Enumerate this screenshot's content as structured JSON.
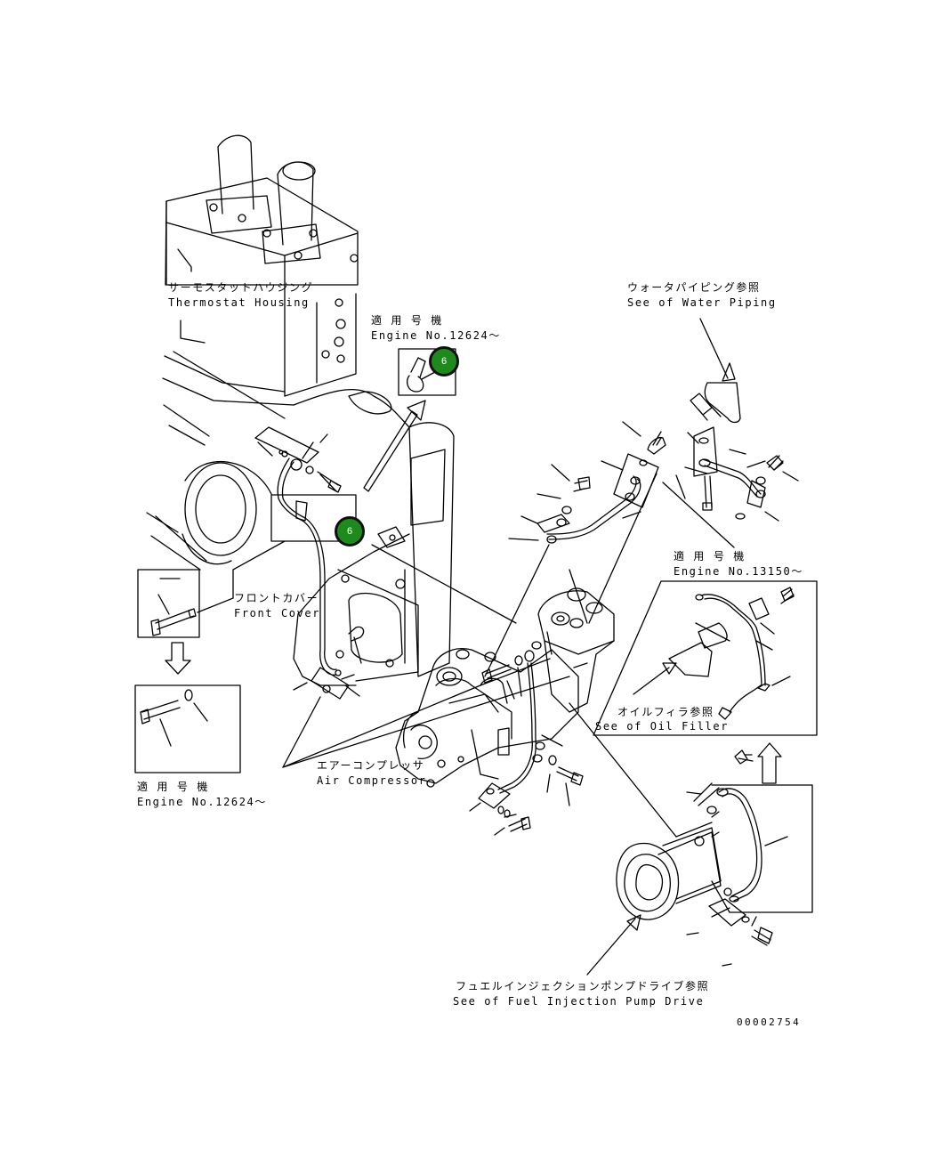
{
  "labels": {
    "thermostat_jp": "サーモスタットハウジング",
    "thermostat_en": "Thermostat Housing",
    "applic1_jp": "適 用 号 機",
    "applic1_en": "Engine No.12624～",
    "water_jp": "ウォータパイピング参照",
    "water_en": "See of Water Piping",
    "applic2_jp": "適 用 号 機",
    "applic2_en": "Engine No.13150～",
    "front_cover_jp": "フロントカバー",
    "front_cover_en": "Front Cover",
    "oil_filler_jp": "オイルフィラ参照",
    "oil_filler_en": "See of Oil Filler",
    "air_comp_jp": "エアーコンプレッサ",
    "air_comp_en": "Air Compressor",
    "applic3_jp": "適 用 号 機",
    "applic3_en": "Engine No.12624～",
    "fuel_jp": "フュエルインジェクションポンプドライブ参照",
    "fuel_en": "See of Fuel Injection Pump Drive",
    "drawing_code": "00002754"
  },
  "callouts": [
    {
      "label": "6",
      "color": "#1e8a1e"
    },
    {
      "label": "6",
      "color": "#1e8a1e"
    }
  ]
}
